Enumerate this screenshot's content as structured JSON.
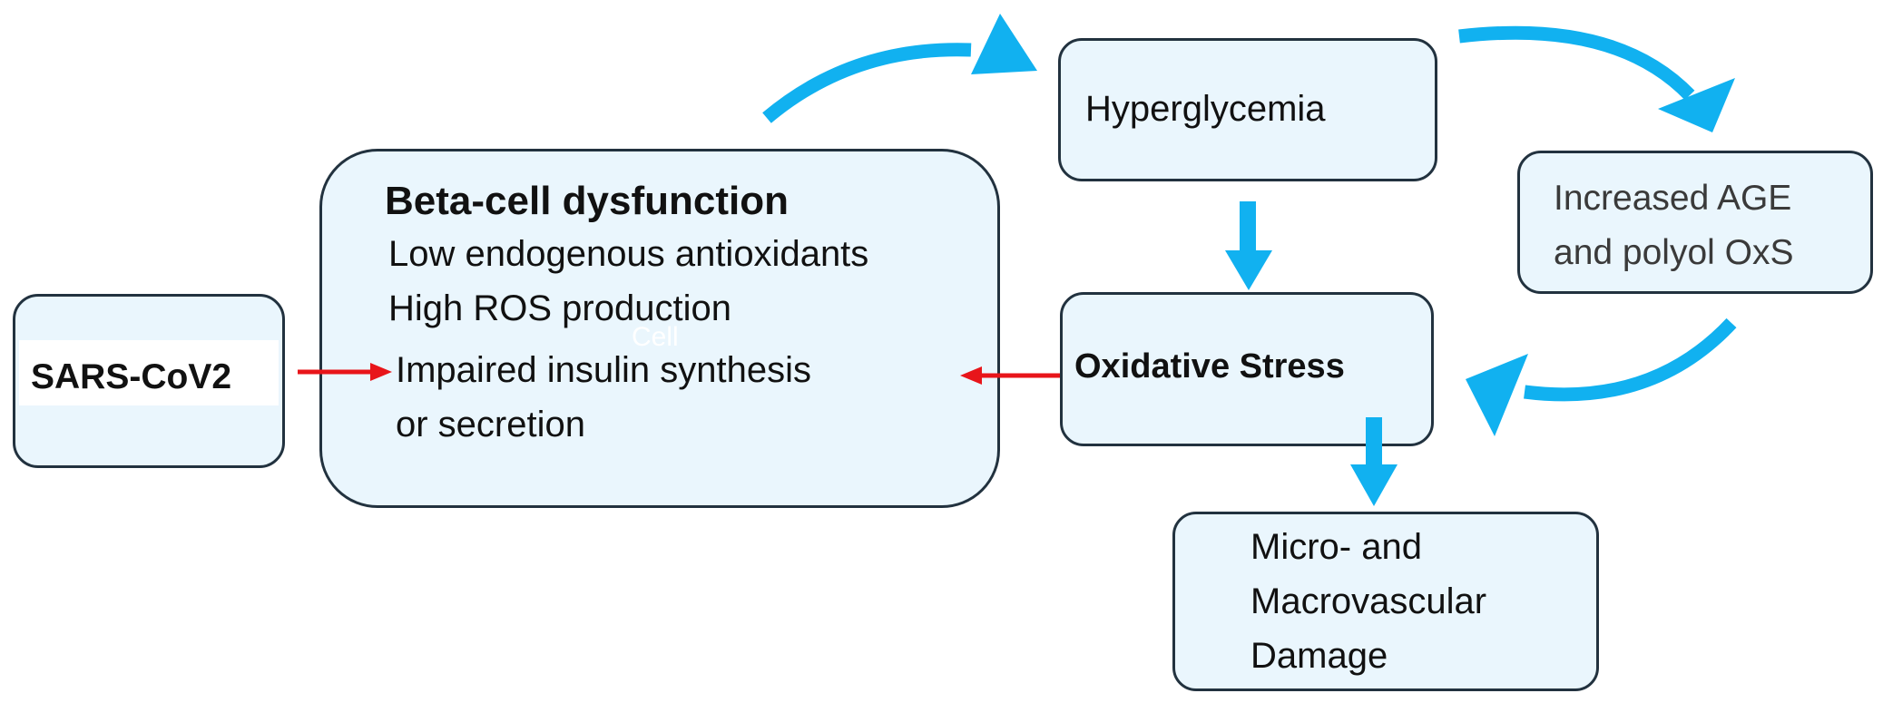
{
  "colors": {
    "box_fill": "#eaf6fd",
    "box_border": "#22323f",
    "blue_arrow": "#11b1f0",
    "red_arrow": "#e8151a"
  },
  "sars": {
    "label": "SARS-CoV2"
  },
  "beta": {
    "title": "Beta-cell dysfunction",
    "lines": [
      "Low endogenous antioxidants",
      "High ROS production",
      "Impaired insulin synthesis",
      "or secretion"
    ],
    "watermark": "Cell"
  },
  "hyper": {
    "label": "Hyperglycemia"
  },
  "oxidative": {
    "label": "Oxidative Stress"
  },
  "age": {
    "lines": [
      "Increased AGE",
      "and polyol OxS"
    ]
  },
  "damage": {
    "lines": [
      "Micro- and",
      "Macrovascular",
      "Damage"
    ]
  }
}
